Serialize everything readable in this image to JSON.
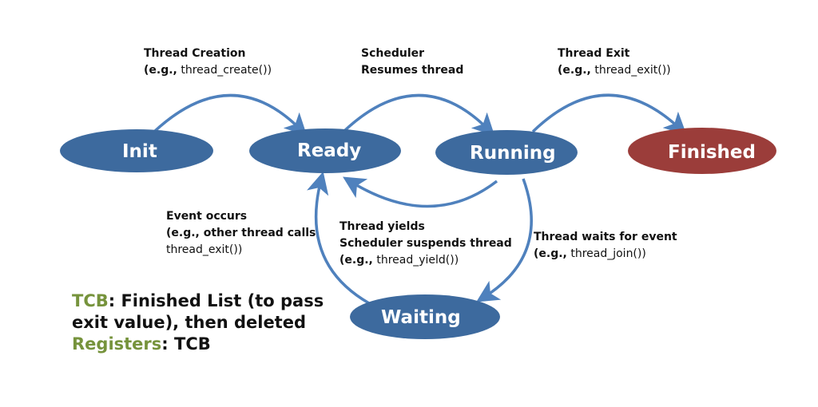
{
  "states": {
    "init": "Init",
    "ready": "Ready",
    "running": "Running",
    "finished": "Finished",
    "waiting": "Waiting"
  },
  "colors": {
    "state_fill": "#3d6a9e",
    "finished_fill": "#9b3d3a",
    "arrow": "#4f81bd",
    "highlight": "#76933c"
  },
  "transitions": {
    "creation": {
      "title": "Thread Creation",
      "eg": "(e.g.,",
      "call": "thread_create())"
    },
    "resume": {
      "line1": "Scheduler",
      "line2": "Resumes thread"
    },
    "exit": {
      "title": "Thread Exit",
      "eg": "(e.g.,",
      "call": "thread_exit())"
    },
    "event": {
      "line1": "Event occurs",
      "line2": "(e.g., other thread calls",
      "call": "thread_exit())"
    },
    "yield": {
      "line1": "Thread yields",
      "line2": "Scheduler suspends thread",
      "eg": "(e.g.,",
      "call": "thread_yield())"
    },
    "wait": {
      "title": "Thread waits for event",
      "eg": "(e.g.,",
      "call": "thread_join())"
    }
  },
  "note": {
    "tcb_term": "TCB",
    "tcb_text": ": Finished List (to pass",
    "tcb_text2": "exit value), then deleted",
    "reg_term": "Registers",
    "reg_text": ": TCB"
  }
}
